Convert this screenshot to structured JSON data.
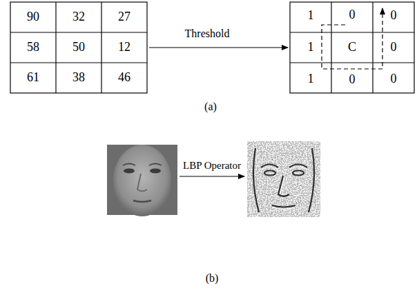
{
  "diagram": {
    "labels": [
      "90",
      "32",
      "27",
      "58",
      "50",
      "12",
      "61",
      "38",
      "46",
      "Threshold",
      "1",
      "0",
      "0",
      "1",
      "C",
      "0",
      "1",
      "0",
      "0",
      "(a)",
      "LBP Operator",
      "(b)"
    ]
  }
}
